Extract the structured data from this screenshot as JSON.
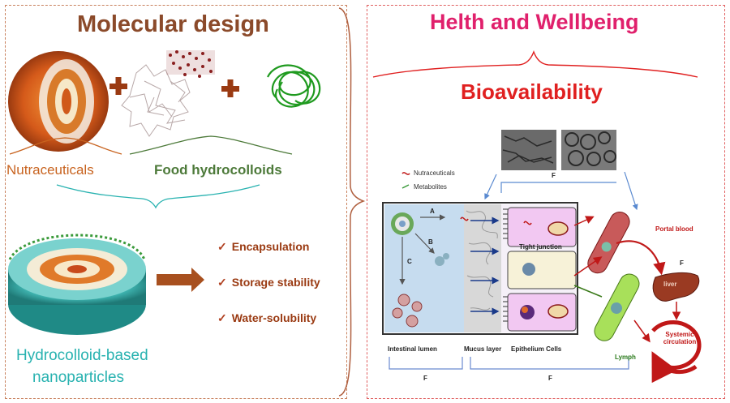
{
  "left": {
    "title": "Molecular design",
    "nutraceuticals": "Nutraceuticals",
    "hydrocolloids": "Food hydrocolloids",
    "nanoparticles_line1": "Hydrocolloid-based",
    "nanoparticles_line2": "nanoparticles",
    "benefits": [
      "Encapsulation",
      "Storage stability",
      "Water-solubility"
    ]
  },
  "right": {
    "title": "Helth and Wellbeing",
    "subtitle": "Bioavailability",
    "legend": [
      "Nutraceuticals",
      "Metabolites"
    ],
    "labels": {
      "intestinal_lumen": "Intestinal lumen",
      "mucus_layer": "Mucus layer",
      "epithelium": "Epithelium Cells",
      "lymph": "Lymph",
      "portal_blood": "Portal blood",
      "liver": "liver",
      "systemic": "Systemic circulation",
      "tight_junction": "Tight junction",
      "path_a": "A",
      "path_b": "B",
      "path_c": "C",
      "fb": "F",
      "fa": "F",
      "fm": "F",
      "fm2": "F"
    }
  },
  "colors": {
    "brown": "#8b4a2a",
    "orange": "#c8631f",
    "green": "#4d7a3a",
    "teal": "#28b2b0",
    "pink": "#e0206c",
    "red": "#e02020"
  }
}
